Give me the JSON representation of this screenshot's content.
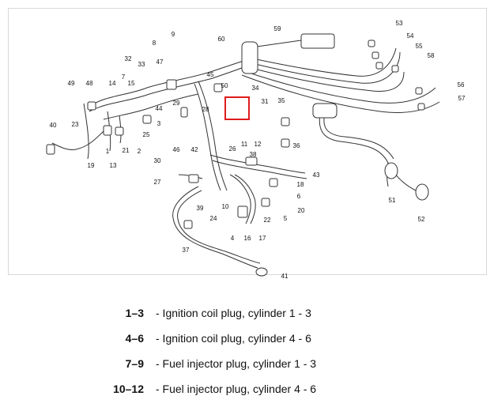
{
  "diagram": {
    "labels": [
      "1",
      "2",
      "3",
      "4",
      "5",
      "6",
      "7",
      "8",
      "9",
      "10",
      "11",
      "12",
      "13",
      "14",
      "15",
      "16",
      "17",
      "18",
      "19",
      "20",
      "21",
      "22",
      "23",
      "24",
      "25",
      "26",
      "27",
      "28",
      "29",
      "30",
      "31",
      "32",
      "33",
      "34",
      "35",
      "36",
      "37",
      "38",
      "39",
      "40",
      "41",
      "42",
      "43",
      "44",
      "45",
      "46",
      "47",
      "48",
      "49",
      "50",
      "51",
      "52",
      "53",
      "54",
      "55",
      "56",
      "57",
      "58",
      "59",
      "60"
    ],
    "highlight_color": "#e01b1b"
  },
  "legend": [
    {
      "key": "1–3",
      "text": "- Ignition coil plug, cylinder 1 - 3"
    },
    {
      "key": "4–6",
      "text": "- Ignition coil plug, cylinder 4 - 6"
    },
    {
      "key": "7–9",
      "text": "- Fuel injector plug, cylinder 1 - 3"
    },
    {
      "key": "10–12",
      "text": "- Fuel injector plug, cylinder 4 - 6"
    }
  ]
}
